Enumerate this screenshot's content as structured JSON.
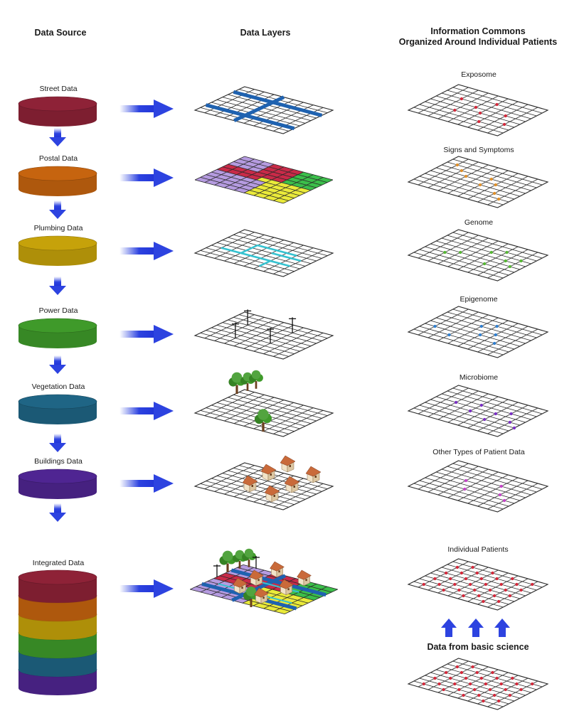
{
  "headers": {
    "data_source": "Data Source",
    "data_layers": "Data Layers",
    "information_commons": [
      "Information Commons",
      "Organized Around Individual Patients"
    ]
  },
  "sources": [
    {
      "label": "Street Data",
      "color": "#8e2237"
    },
    {
      "label": "Postal Data",
      "color": "#c6640f"
    },
    {
      "label": "Plumbing Data",
      "color": "#c6a20a"
    },
    {
      "label": "Power Data",
      "color": "#3f9a2a"
    },
    {
      "label": "Vegetation Data",
      "color": "#1f6585"
    },
    {
      "label": "Buildings Data",
      "color": "#4f2592"
    }
  ],
  "integrated": {
    "label": "Integrated Data",
    "colors": [
      "#8e2237",
      "#c6640f",
      "#c6a20a",
      "#3f9a2a",
      "#1f6585",
      "#4f2592"
    ]
  },
  "layers": [
    "street-grid",
    "postal-regions",
    "plumbing-lines",
    "power-poles",
    "trees",
    "houses",
    "integrated-map"
  ],
  "patient_layers": [
    {
      "label": "Exposome",
      "dot_color": "#d4283a"
    },
    {
      "label": "Signs and Symptoms",
      "dot_color": "#e0902a"
    },
    {
      "label": "Genome",
      "dot_color": "#55b832"
    },
    {
      "label": "Epigenome",
      "dot_color": "#2f7fd0"
    },
    {
      "label": "Microbiome",
      "dot_color": "#7a2ec4"
    },
    {
      "label": "Other Types of Patient Data",
      "dot_color": "#c542c8"
    }
  ],
  "individual_patients": {
    "label": "Individual Patients",
    "dot_color": "#d4283a"
  },
  "basic_science": {
    "label": "Data from basic science",
    "dot_color": "#d4283a"
  },
  "colors": {
    "arrow": "#2d43e0",
    "grid_line": "#2a2a2a",
    "street": "#1f62b0",
    "plumbing": "#35c2d0",
    "postal_purple": "#b59be0",
    "postal_red": "#c92a48",
    "postal_green": "#3bbf4a",
    "postal_yellow": "#eaea3a",
    "tree_leaf": "#3f9a2a",
    "house_roof": "#c96a3a"
  }
}
